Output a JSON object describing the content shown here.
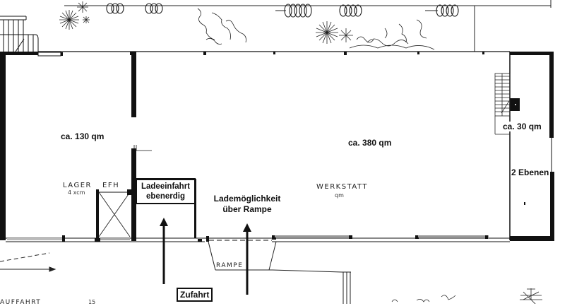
{
  "plan": {
    "areas": {
      "left_area": "ca. 130 qm",
      "main_area": "ca. 380 qm",
      "right_area": "ca. 30 qm",
      "right_levels": "2 Ebenen"
    },
    "rooms": {
      "lager": "LAGER",
      "lager_sub": "4 xcm",
      "efh": "EFH",
      "werkstatt": "WERKSTATT",
      "werkstatt_sub": "qm"
    },
    "callouts": {
      "ladeeinfahrt_line1": "Ladeeinfahrt",
      "ladeeinfahrt_line2": "ebenerdig",
      "lademoeglichkeit_line1": "Lademöglichkeit",
      "lademoeglichkeit_line2": "über Rampe",
      "zufahrt": "Zufahrt"
    },
    "exterior": {
      "rampe": "RAMPE",
      "auffahrt": "AUFFAHRT",
      "auffahrt_num": "15"
    },
    "colors": {
      "ink": "#111111",
      "background": "#ffffff"
    }
  }
}
